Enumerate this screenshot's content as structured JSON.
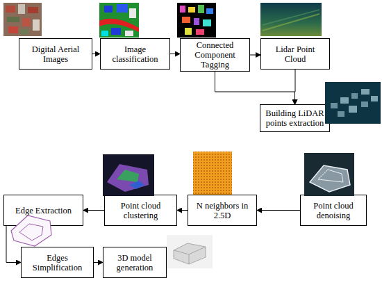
{
  "diagram": {
    "nodes": [
      {
        "text": [
          "Digital Aerial Images"
        ]
      },
      {
        "text": [
          "Image classification"
        ]
      },
      {
        "text": [
          "Connected Component Tagging"
        ]
      },
      {
        "text": [
          "Lidar Point Cloud"
        ]
      },
      {
        "text": [
          "Building LiDAR points extraction"
        ]
      },
      {
        "text": [
          "Point cloud denoising"
        ]
      },
      {
        "text": [
          "N neighbors in 2.5D"
        ]
      },
      {
        "text": [
          "Point cloud clustering"
        ]
      },
      {
        "text": [
          "Edge Extraction"
        ]
      },
      {
        "text": [
          "Edges Simplification"
        ]
      },
      {
        "text": [
          "3D model generation"
        ]
      }
    ],
    "edges": [
      {
        "from": 0,
        "to": 1,
        "arrow": "to"
      },
      {
        "from": 1,
        "to": 2,
        "arrow": "to"
      },
      {
        "from": 2,
        "to": 3,
        "arrow": "to"
      },
      {
        "from": 2,
        "to": 4,
        "arrow": "to"
      },
      {
        "from": 3,
        "to": 4,
        "arrow": "to"
      },
      {
        "from": 5,
        "to": 6,
        "arrow": "to"
      },
      {
        "from": 6,
        "to": 7,
        "arrow": "to"
      },
      {
        "from": 7,
        "to": 8,
        "arrow": "to"
      },
      {
        "from": 8,
        "to": 9,
        "arrow": "to"
      },
      {
        "from": 9,
        "to": 10,
        "arrow": "to"
      }
    ]
  }
}
